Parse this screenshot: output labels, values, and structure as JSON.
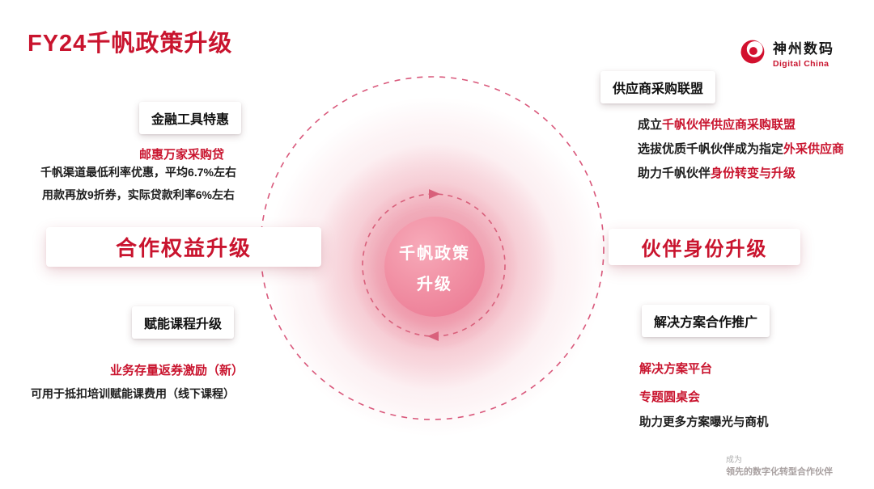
{
  "slide": {
    "title": "FY24千帆政策升级",
    "logo": {
      "name": "神州数码",
      "subtitle": "Digital China"
    },
    "center": {
      "line1": "千帆政策",
      "line2": "升级"
    },
    "left": {
      "banner": "合作权益升级",
      "finance": {
        "header": "金融工具特惠",
        "highlight": "邮惠万家采购贷",
        "lines": [
          "千帆渠道最低利率优惠，平均6.7%左右",
          "用款再放9折券，实际贷款利率6%左右"
        ]
      },
      "course": {
        "header": "赋能课程升级",
        "highlight": "业务存量返券激励（新）",
        "line": "可用于抵扣培训赋能课费用（线下课程）"
      }
    },
    "right": {
      "banner": "伙伴身份升级",
      "supplier": {
        "header": "供应商采购联盟",
        "lines": [
          {
            "pre": "成立",
            "em": "千帆伙伴供应商采购联盟"
          },
          {
            "pre": "选拔优质千帆伙伴成为指定",
            "em": "外采供应商"
          },
          {
            "pre": "助力千帆伙伴",
            "em": "身份转变与升级"
          }
        ]
      },
      "solution": {
        "header": "解决方案合作推广",
        "highlights": [
          "解决方案平台",
          "专题圆桌会"
        ],
        "line": "助力更多方案曝光与商机"
      }
    },
    "footer": {
      "line1": "成为",
      "line2": "领先的数字化转型合作伙伴"
    }
  }
}
